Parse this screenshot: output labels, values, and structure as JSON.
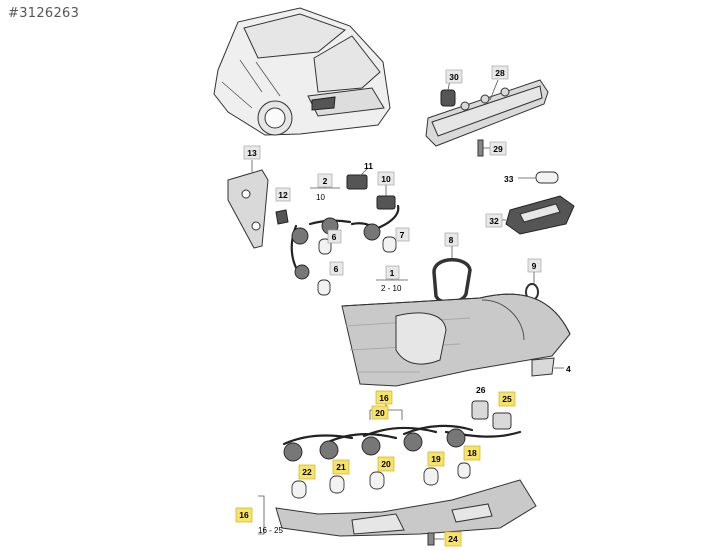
{
  "header": {
    "id_text": "#3126263"
  },
  "callouts": {
    "c30": "30",
    "c28": "28",
    "c29": "29",
    "c33": "33",
    "c32": "32",
    "c13": "13",
    "c12": "12",
    "c2": "2",
    "c10_top": "10",
    "c11": "11",
    "c10b": "10",
    "c6a": "6",
    "c7": "7",
    "c6b": "6",
    "c8": "8",
    "c9": "9",
    "c1": "1",
    "c4": "4",
    "c26": "26",
    "c25": "25",
    "c16_top": "16",
    "c20_top": "20",
    "c22": "22",
    "c21": "21",
    "c20": "20",
    "c19": "19",
    "c18": "18",
    "c16": "16",
    "c24": "24"
  },
  "ranges": {
    "r2_10": "2 - 10",
    "r16_25": "16 - 25"
  },
  "colors": {
    "highlight": "#f7e36a",
    "tag": "#e8e8e8"
  }
}
